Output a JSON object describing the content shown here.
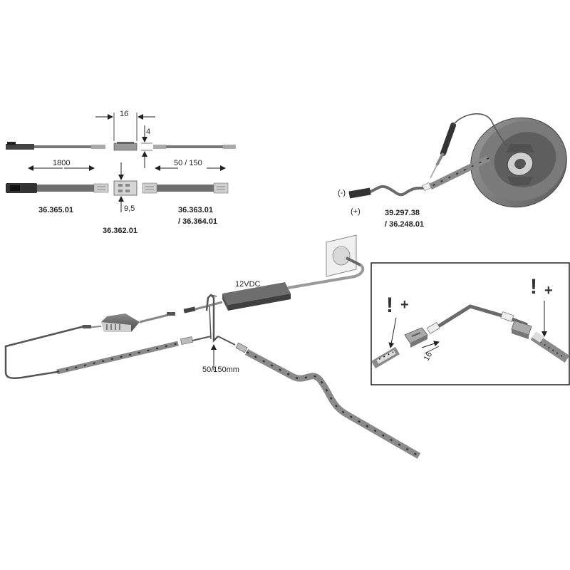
{
  "dimensions": {
    "width_16": "16",
    "height_4": "4",
    "length_1800": "1800",
    "length_50_150": "50 / 150",
    "width_9_5": "9,5"
  },
  "part_numbers": {
    "feed_cable": "36.365.01",
    "connector": "36.362.01",
    "connector_cable_a": "36.363.01",
    "connector_cable_b": "/ 36.364.01",
    "strip_reel_a": "39.297.38",
    "strip_reel_b": "/ 36.248.01"
  },
  "polarity": {
    "negative": "(-)",
    "positive": "(+)"
  },
  "installation": {
    "driver_voltage": "12VDC",
    "cable_length": "50/150mm"
  },
  "inset": {
    "warning_left": "!",
    "plus_left": "+",
    "warning_right": "!",
    "plus_right": "+",
    "gap_16": "16"
  },
  "colors": {
    "strip": "#8a8a8a",
    "cable": "#6e6e6e",
    "outline": "#333333",
    "light": "#d9d9d9"
  }
}
